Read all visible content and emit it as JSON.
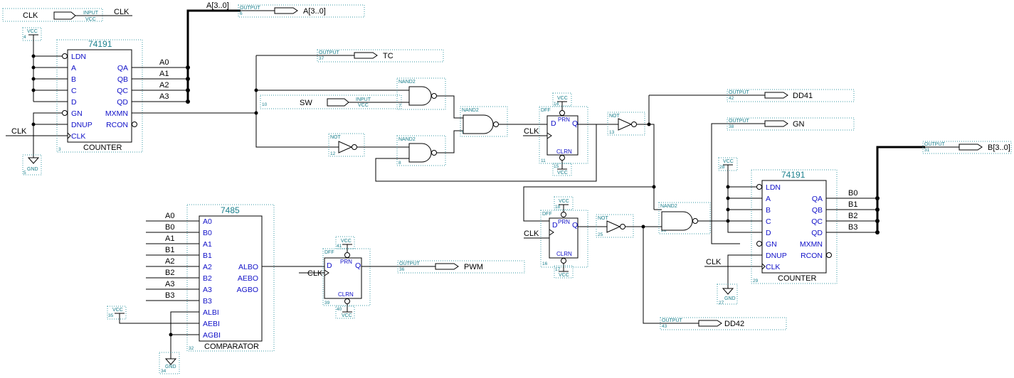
{
  "signals": {
    "clk": "CLK",
    "a_bus": "A[3..0]",
    "b_bus": "B[3..0]",
    "tc": "TC",
    "sw": "SW",
    "dd41": "DD41",
    "dd42": "DD42",
    "gn": "GN",
    "pwm": "PWM",
    "a": [
      "A0",
      "A1",
      "A2",
      "A3"
    ],
    "b": [
      "B0",
      "B1",
      "B2",
      "B3"
    ]
  },
  "prim": {
    "input": "INPUT",
    "output": "OUTPUT",
    "vcc": "VCC",
    "gnd": "GND",
    "nand2": "NAND2",
    "not": "NOT",
    "dff": "DFF"
  },
  "counters": [
    {
      "title": "74191",
      "footer": "COUNTER",
      "inst": "3",
      "left": [
        "LDN",
        "A",
        "B",
        "C",
        "D",
        "GN",
        "DNUP",
        "CLK"
      ],
      "right": [
        "QA",
        "QB",
        "QC",
        "QD",
        "MXMN",
        "RCON"
      ]
    },
    {
      "title": "74191",
      "footer": "COUNTER",
      "inst": "29",
      "left": [
        "LDN",
        "A",
        "B",
        "C",
        "D",
        "GN",
        "DNUP",
        "CLK"
      ],
      "right": [
        "QA",
        "QB",
        "QC",
        "QD",
        "MXMN",
        "RCON"
      ]
    }
  ],
  "comparator": {
    "title": "7485",
    "footer": "COMPARATOR",
    "inst": "32",
    "left": [
      "A0",
      "B0",
      "A1",
      "B1",
      "A2",
      "B2",
      "A3",
      "B3",
      "ALBI",
      "AEBI",
      "AGBI"
    ],
    "right": [
      "ALBO",
      "AEBO",
      "AGBO"
    ]
  },
  "dff_pins": {
    "d": "D",
    "q": "Q",
    "prn": "PRN",
    "clrn": "CLRN"
  },
  "inst_numbers": {
    "vcc1": "4",
    "gnd1": "5",
    "clk_in": "1",
    "out_a": "6",
    "out_tc": "37",
    "sw_in": "10",
    "nand_a": "7",
    "nand_b": "9",
    "nand_c": "8",
    "not1": "12",
    "dff1": "11",
    "dff1_vcc": "14",
    "dff1_clr": "15",
    "not2": "13",
    "out_dd41": "42",
    "out_gn": "38",
    "vcc2": "28",
    "dff2": "16",
    "dff2_vcc": "18",
    "dff2_clr": "17",
    "not3": "25",
    "nand_d": "26",
    "gnd2": "27",
    "out_b": "31",
    "out_dd42": "43",
    "dff3": "39",
    "dff3_vcc": "41",
    "dff3_clr": "40",
    "out_pwm": "36",
    "vcc3": "35",
    "gnd3": "34"
  }
}
